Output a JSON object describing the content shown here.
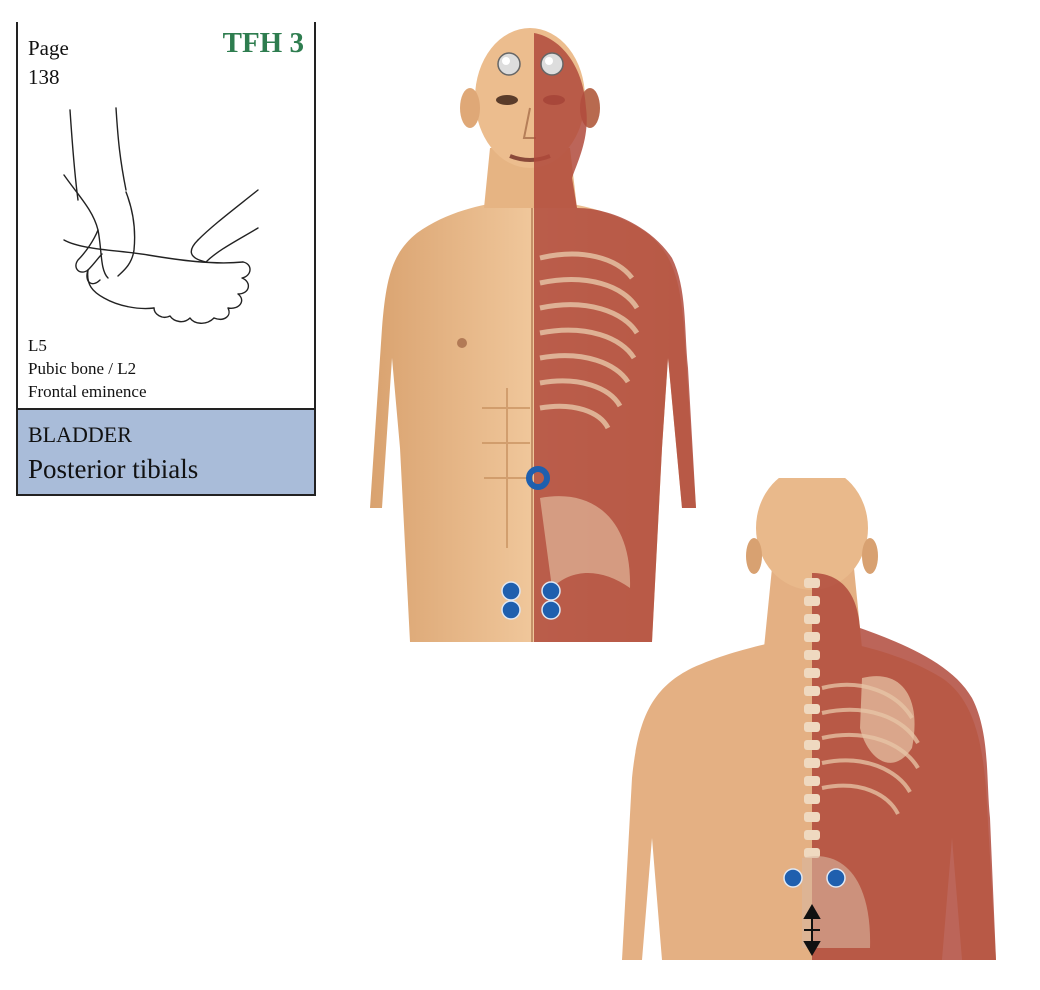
{
  "card": {
    "page_word": "Page",
    "page_number": "138",
    "code": "TFH 3",
    "points": [
      "L5",
      "Pubic bone / L2",
      "Frontal eminence"
    ],
    "organ": "BLADDER",
    "muscle": "Posterior tibials"
  },
  "colors": {
    "code_green": "#2e7d4f",
    "band_blue": "#a9bcd9",
    "skin": "#e8b98a",
    "muscle": "#b04a3c",
    "point_blue": "#1f5fae"
  },
  "figures": [
    {
      "view": "front",
      "markers": [
        "frontal-eminence-left",
        "frontal-eminence-right",
        "navel-ring",
        "pubic-upper-left",
        "pubic-upper-right",
        "pubic-lower-left",
        "pubic-lower-right"
      ]
    },
    {
      "view": "back",
      "markers": [
        "l5-left",
        "l5-right",
        "spine-arrow"
      ]
    }
  ]
}
